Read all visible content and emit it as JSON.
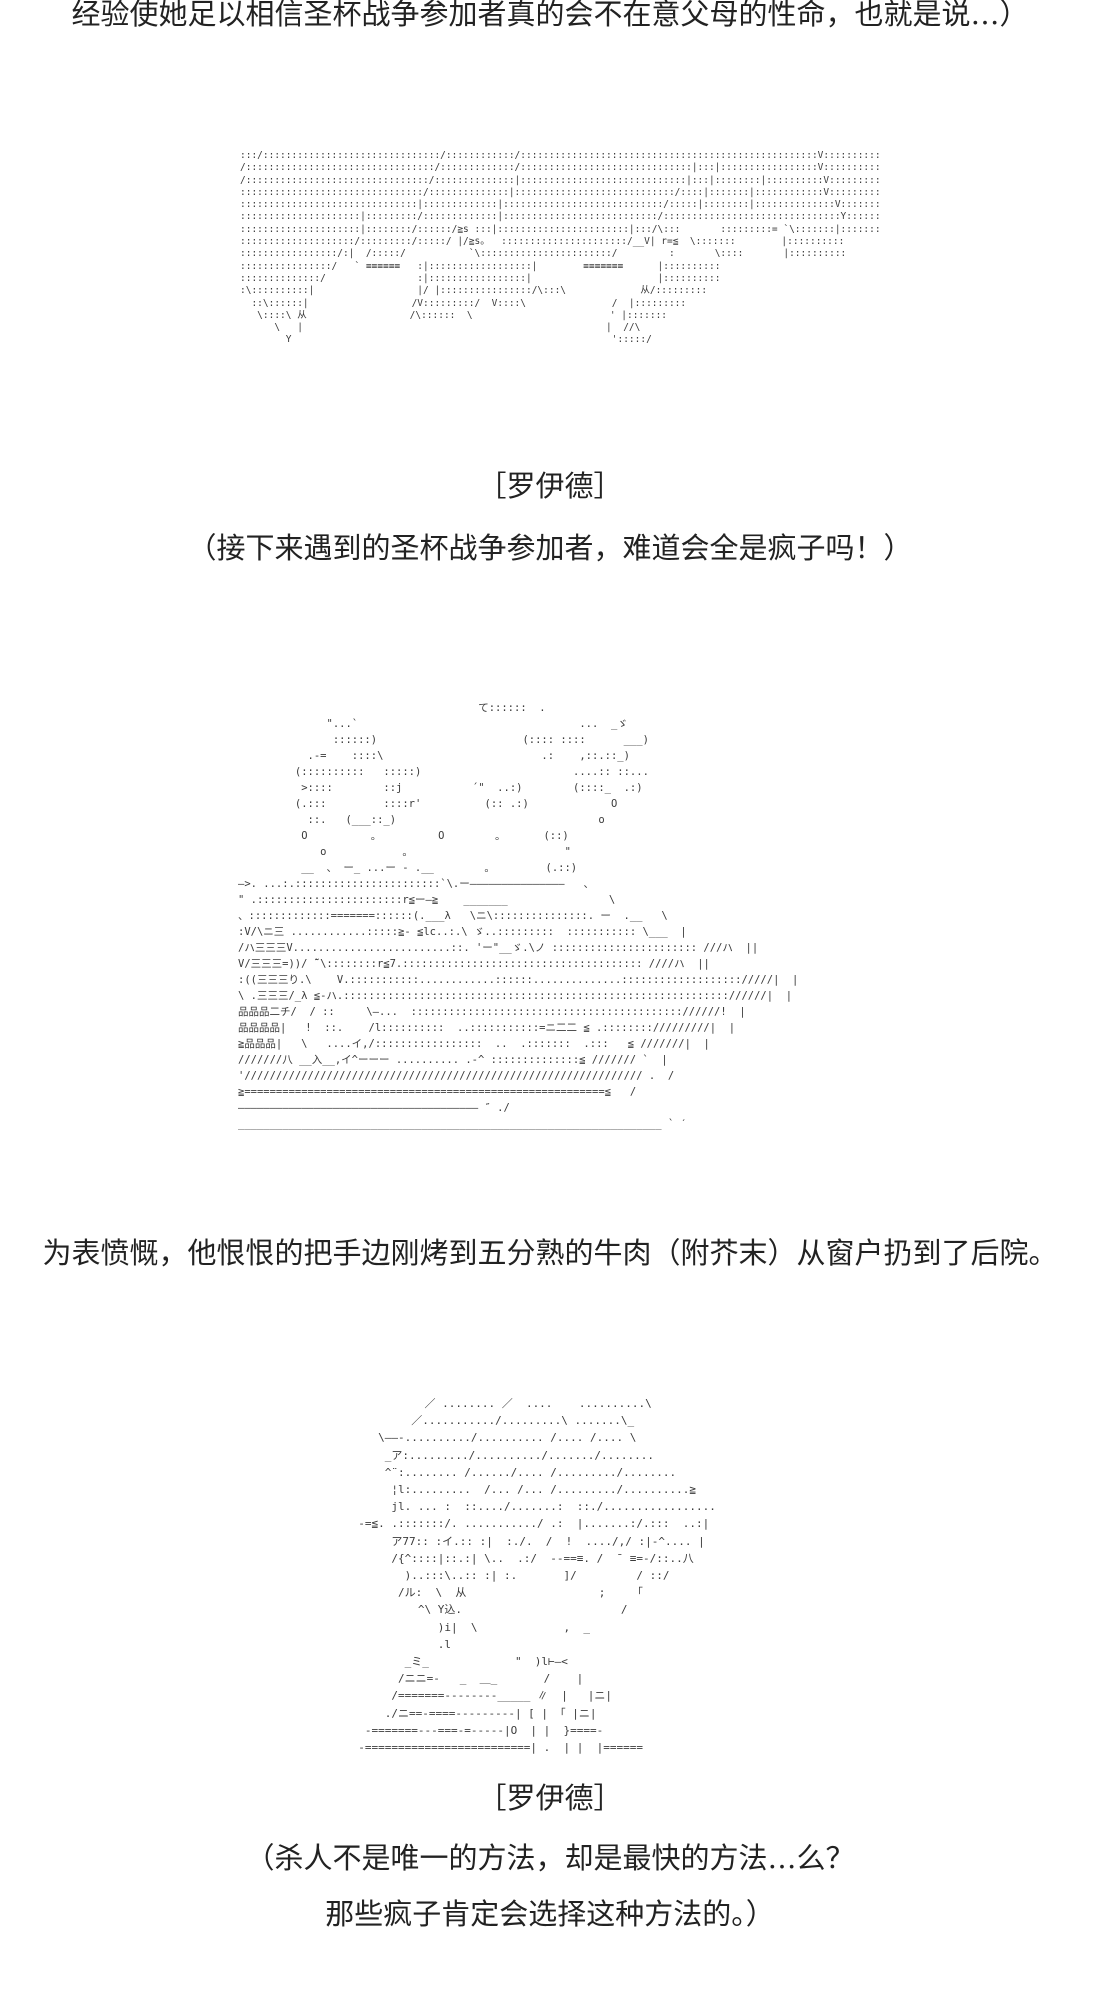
{
  "texts": {
    "line_top": "经验使她足以相信圣杯战争参加者真的会不在意父母的性命，也就是说…）",
    "speaker_1": "［罗伊德］",
    "line_2": "（接下来遇到的圣杯战争参加者，难道会全是疯子吗！）",
    "line_3": "为表愤慨，他恨恨的把手边刚烤到五分熟的牛肉（附芥末）从窗户扔到了后院。",
    "speaker_2": "［罗伊德］",
    "line_4": "（杀人不是唯一的方法，却是最快的方法…么？",
    "line_5": "那些疯子肯定会选择这种方法的。）"
  },
  "art": {
    "figure_1": ":::/:::::::::::::::::::::::::::::::/::::::::::::/::::::::::::::::::::::::::::::::::::::::::::::::::::V::::::::::::::::\n/:::::::::::::::::::::::::::::::::/:::::::::::::/::::::::::::::::::::::::::::::|:::|:::::::::::::::::V::::::::::::::\n/::::::::::::::::::::::::::::::::/::::::::::::::|:::::::::::::::::::::::::::::|:::|::::::::|::::::::::V:::::::::::::\n::::::::::::::::::::::::::::::::/::::::::::::::|::::::::::::::::::::::::::::/::::|:::::::|::::::::::::V::::::::::::\n:::::::::::::::::::::::::::::::|:::::::::::::|::::::::::::::::::::::::::::/:::::|::::::::|::::::::::::::V:::::::::::\n:::::::::::::::::::::|:::::::::/:::::::::::::|:::::::::::::::::::::::::::/:::::::::::::::::::::::::::::::Y::::::::::\n:::::::::::::::::::::|::::::::/::::::/≧s :::|:::::::::::::::::::::::|:::/\\:::       :::::::::= `\\:::::::|:::::::::\n::::::::::::::::::::/:::::::::/:::::/ |/≧s。  ::::::::::::::::::::::/__V| r=≦  \\:::::::        |::::::::::\n:::::::::::::::::/:|  /:::::/           `\\:::::::::::::::::::::::/         :       \\::::       |::::::::::\n::::::::::::::::/   ` ≡≡≡≡≡≡   :|::::::::::::::::::|        ≡≡≡≡≡≡≡      |::::::::::\n::::::::::::::/                :|:::::::::::::::::|                      |::::::::::\n:\\::::::::::|                  |/ |::::::::::::::::/\\:::\\             从/:::::::::\n  ::\\::::::|                  /V:::::::::/  V::::\\               /  |:::::::::\n   \\::::\\ 从                  /\\::::::  \\                        ' |:::::::\n      \\   |                                                     |  //\\\n        Y                                                        ':::::/",
    "figure_2": "                                      て::::::  .\n              \"...`                                   ...  _ゞ\n               ::::::)                       (:::: ::::      ___)\n           .-=    ::::\\                         .:    ,::.::_)\n         (::::::::::   :::::)                        ....:: ::...\n          >::::        ::j           ´\"  ..:)        (::::_  .:)\n         (.:::         ::::r'          (:: .:)             O\n           ::.   (___::_)                                o\n          O          。         O        。      (::)\n             o            。                        \"\n          __  、 ー_ ...ー - .__        。        (.::)\n—>. ...:.:::::::::::::::::::::::`\\.ー———————————————   、\n\" .:::::::::::::::::::::::r≦ー—≧    _______                \\\n、:::::::::::::=======::::::(.___λ   \\ニ\\:::::::::::::::. ー  .__   \\\n:V/\\ニ三 ............:::::≧- ≦lc..:.\\ ゞ..:::::::::  ::::::::::: \\___  |\n/ハ三三三V.........................::. 'ー\"__ゞ.\\ノ ::::::::::::::::::::::: ///ハ  ||\nV/三三三=))/ ̄˜\\::::::::r≦7.:::::::::::::::::::::::::::::::::::::: ////ハ  ||\n:((三三三り.\\    V.:::::::::::............::::::..............::::::::::::::::::://///|  |\n\\ .三三三/_λ ≦-ハ.::::::::::::::::::::::::::::::::::::::::::::::::::::::::::::://////|  |\n品品品二チ/  / ::     \\—...  ::::::::::::::::::::::::::::::::::::::::::://////!  |\n品品品品|   !  ::.    /l::::::::::  ..:::::::::::=ニ二二 ≦ .:::::::://///////|  |\n≧品品品|   \\   ....イ,/:::::::::::::::::  ..  .:::::::  .:::   ≦ ///////|  |\n///////八 __入__,イ^ーーー .......... .-^ ::::::::::::::≦ /////// `  |\n'/////////////////////////////////////////////////////////////// .  /\n≧=========================================================≦   /\n—————————————————————————————————————— ″ ./\n___________________________________________________________________ ` ˊ",
    "figure_3": "            ／ ........ ／  ....    ..........\\\n          ／.........../.........\\ .......\\_\n     \\——-........../.......... /.... /.... \\\n      _ア:........./........../......./........\n      ^¨:........ /....../.... /........./........\n       ¦l:.........  /... /... /........./..........≧\n       jl. ... :  ::..../.......:  ::./.................\n  -=≦. .:::::::/. .........../ .:  |.......:/.:::  ..:|\n       ア77:: :イ.:: :|  :./.  /  !  ..../,/ :|-^.... |\n       /{^::::|::.:| \\..  .:/  --==≡. /  ̄  ≡=-/::..八\n         )..:::\\..:: :| :.       ]/         / ::/\n        /ル:  \\  从                    ;    「\n           ^\\ Y込.                        /\n              )i|  \\             ,  _\n              .l\n         _ミ_             \"  )l⊢—<\n        /ニニ=-   _  ＿_       /    |\n       /=======--------_____ ∥  |   |ニ|\n      ./ニ==-====---------| [ | 「 |ニ|\n   -=======---===-=-----|O  | |  }====-\n  -=========================| .  | |  |======"
  }
}
